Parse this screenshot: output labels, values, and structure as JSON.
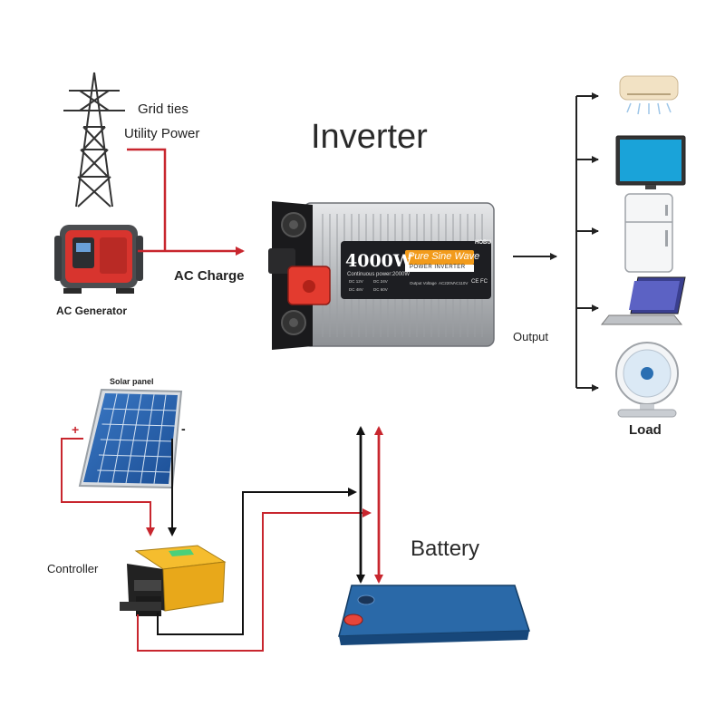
{
  "diagram": {
    "title": "Inverter",
    "grid_label_line1": "Grid ties",
    "grid_label_line2": "Utility Power",
    "ac_charge_label": "AC Charge",
    "ac_generator_label": "AC Generator",
    "solar_panel_label": "Solar panel",
    "controller_label": "Controller",
    "battery_label": "Battery",
    "output_label": "Output",
    "load_label": "Load",
    "plus_sign": "+",
    "minus_sign": "-"
  },
  "inverter_device": {
    "power_rating": "4000W",
    "wave_type": "Pure Sine Wave",
    "subtitle": "POWER INVERTER",
    "continuous_power": "Continuous power:2000W",
    "brand": "HOBU",
    "option_1": "DC 12V",
    "option_2": "DC 24V",
    "option_3": "DC 48V",
    "option_4": "DC 60V",
    "output_voltage": "Output Voltage",
    "output_1": "AC220V",
    "output_2": "AC110V",
    "cert": "CE FC"
  },
  "colors": {
    "red_wire": "#c8262e",
    "black_wire": "#111111",
    "panel_blue": "#1f5fae",
    "controller_yellow": "#f2b01e",
    "battery_blue": "#1f5a95",
    "inverter_silver": "#b9bcc0"
  }
}
